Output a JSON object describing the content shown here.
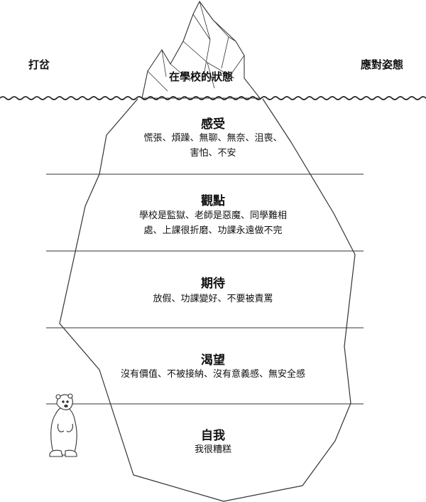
{
  "labels": {
    "left": "打岔",
    "right": "應對姿態",
    "surface": "在學校的狀態"
  },
  "layers": [
    {
      "title": "感受",
      "lines": [
        "慌張、煩躁、無聊、無奈、沮喪、",
        "害怕、不安"
      ]
    },
    {
      "title": "觀點",
      "lines": [
        "學校是監獄、老師是惡魔、同學難相",
        "處、上課很折磨、功課永遠做不完"
      ]
    },
    {
      "title": "期待",
      "lines": [
        "放假、功課變好、不要被責罵"
      ]
    },
    {
      "title": "渴望",
      "lines": [
        "沒有價值、不被接納、沒有意義感、無安全感"
      ]
    },
    {
      "title": "自我",
      "lines": [
        "我很糟糕"
      ]
    }
  ]
}
